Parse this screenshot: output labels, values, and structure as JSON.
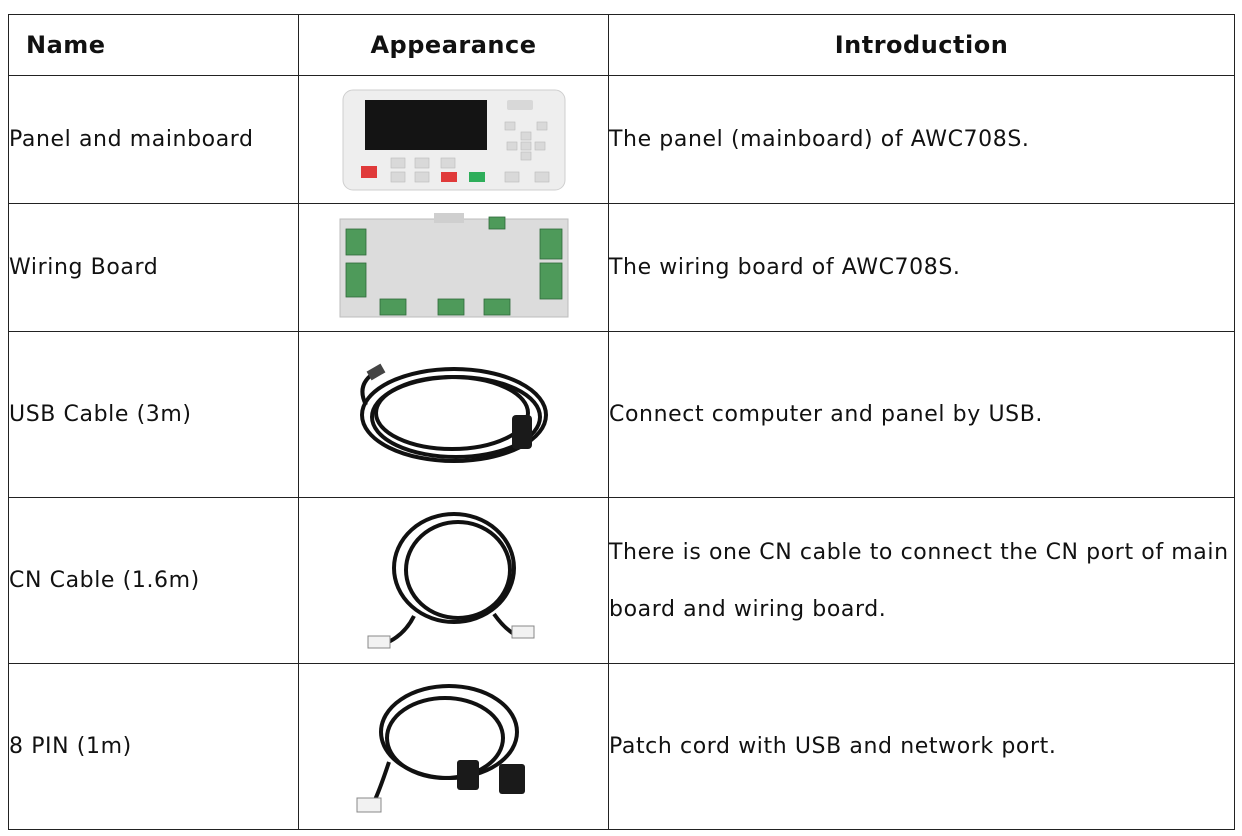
{
  "table": {
    "headers": {
      "name": "Name",
      "appearance": "Appearance",
      "introduction": "Introduction"
    },
    "rows": [
      {
        "name": "Panel and mainboard",
        "appearance": "panel-mainboard-image",
        "introduction": "The panel (mainboard) of AWC708S."
      },
      {
        "name": "Wiring Board",
        "appearance": "wiring-board-image",
        "introduction": "The wiring board of AWC708S."
      },
      {
        "name": "USB Cable (3m)",
        "appearance": "usb-cable-image",
        "introduction": "Connect computer and panel by USB."
      },
      {
        "name": "CN Cable (1.6m)",
        "appearance": "cn-cable-image",
        "introduction": "There is one CN cable to connect the CN port of main board and wiring board."
      },
      {
        "name": "8 PIN (1m)",
        "appearance": "8-pin-cable-image",
        "introduction": "Patch cord with USB and network port."
      }
    ]
  },
  "colors": {
    "border": "#222222",
    "terminal_green": "#4e9a5a",
    "cable_black": "#111111",
    "button_red": "#e03a3a",
    "button_green": "#2eae5a"
  }
}
